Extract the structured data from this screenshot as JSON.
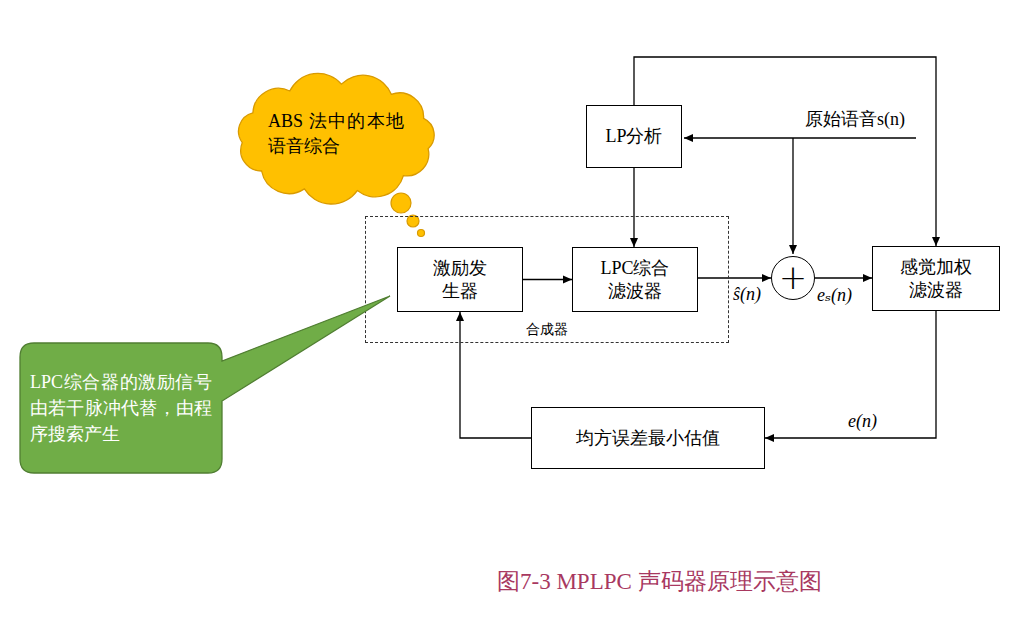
{
  "diagram": {
    "caption": "图7-3 MPLPC 声码器原理示意图",
    "nodes": [
      {
        "text": [
          "合成器"
        ]
      },
      {
        "text": [
          "激励发生器"
        ],
        "in": 0
      },
      {
        "text": [
          "LPC综合滤波器"
        ],
        "in": 0
      },
      {
        "text": [
          "LP分析"
        ]
      },
      {
        "text": [
          "+"
        ]
      },
      {
        "text": [
          "感觉加权滤波器"
        ]
      },
      {
        "text": [
          "均方误差最小估值"
        ]
      },
      {
        "text": [
          "ABS 法中的本地语音综合"
        ]
      },
      {
        "text": [
          "LPC综合器的激励信号由若干脉冲代替，由程序搜索产生"
        ]
      }
    ],
    "edges": [
      {
        "from": 1,
        "to": 2,
        "arrow": "to"
      },
      {
        "from": 3,
        "to": 2,
        "arrow": "to"
      },
      {
        "from": 2,
        "to": 4,
        "label": "ŝ(n)",
        "arrow": "to"
      },
      {
        "from": 4,
        "to": 5,
        "label": "eₛ(n)",
        "arrow": "to"
      },
      {
        "from": 3,
        "to": 5,
        "arrow": "to"
      },
      {
        "from": 5,
        "to": 6,
        "label": "e(n)",
        "arrow": "to"
      },
      {
        "from": 6,
        "to": 1,
        "arrow": "to"
      }
    ],
    "labels": [
      "原始语音s(n)"
    ]
  }
}
